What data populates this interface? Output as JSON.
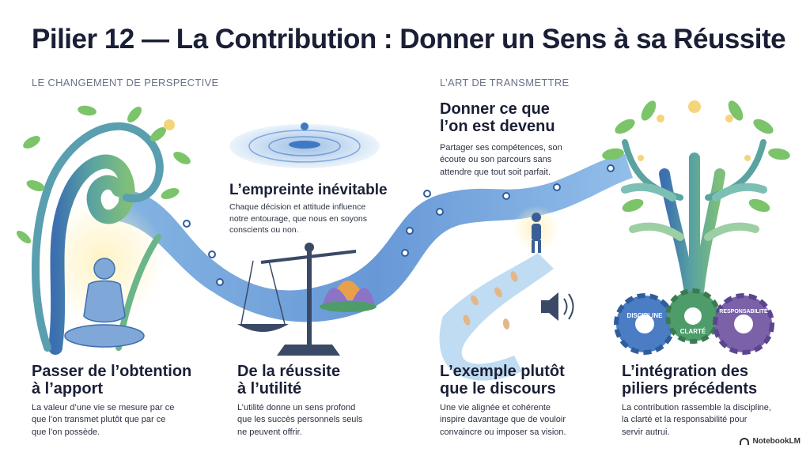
{
  "title": "Pilier 12 — La Contribution : Donner un Sens à sa Réussite",
  "sections": {
    "left": "LE CHANGEMENT DE PERSPECTIVE",
    "right": "L’ART DE TRANSMETTRE"
  },
  "empreinte": {
    "heading": "L’empreinte inévitable",
    "body": "Chaque décision et attitude influence\nnotre entourage, que nous en soyons\nconscients ou non."
  },
  "donner": {
    "heading": "Donner ce que\nl’on est devenu",
    "body": "Partager ses compétences, son\nécoute ou son parcours sans\nattendre que tout soit parfait."
  },
  "columns": [
    {
      "heading": "Passer de l’obtention\nà l’apport",
      "body": "La valeur d’une vie se mesure par ce\nque l’on transmet plutôt que par ce\nque l’on possède."
    },
    {
      "heading": "De la réussite\nà l’utilité",
      "body": "L’utilité donne un sens profond\nque les succès personnels seuls\nne peuvent offrir."
    },
    {
      "heading": "L’exemple plutôt\nque le discours",
      "body": "Une vie alignée et cohérente\ninspire davantage que de vouloir\nconvaincre ou imposer sa vision."
    },
    {
      "heading": "L’intégration des\npiliers précédents",
      "body": "La contribution rassemble la discipline,\nla clarté et la responsabilité pour\nservir autrui."
    }
  ],
  "gears": [
    "DISCIPLINE",
    "CLARTÉ",
    "RESPONSABILITÉ"
  ],
  "logo": "NotebookLM",
  "colors": {
    "title": "#1a1f36",
    "river": "#5b8fd4",
    "tree_trunk": "#3f6fae",
    "leaf_green": "#7cc46a",
    "glow_yellow": "#f4d57a",
    "lotus": "#e8a04a",
    "gear_blue": "#4b7dc4",
    "gear_green": "#4f9c6b",
    "gear_purple": "#7b61a8"
  }
}
